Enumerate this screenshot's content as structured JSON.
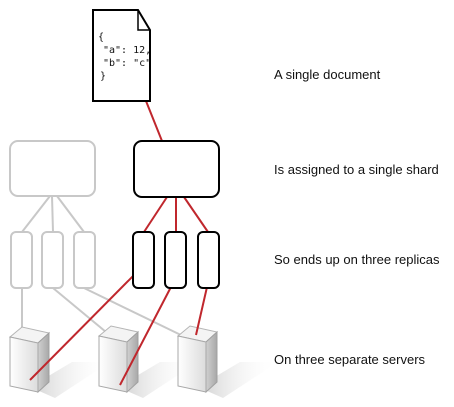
{
  "document": {
    "lines": [
      "{",
      "\"a\": 12,",
      "\"b\": \"c\"",
      "}"
    ]
  },
  "captions": {
    "document": "A single document",
    "shard": "Is assigned to a single shard",
    "replicas": "So ends up on three replicas",
    "servers": "On three separate servers"
  },
  "colors": {
    "highlight": "#c0272d",
    "inactive": "#c8c8c8",
    "active_stroke": "#000000"
  }
}
